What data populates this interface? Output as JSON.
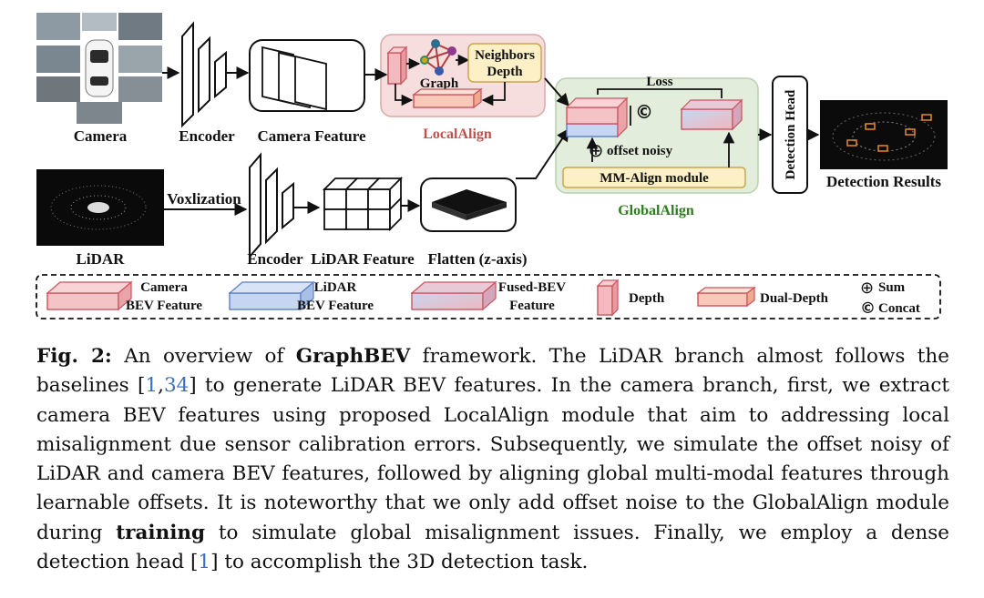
{
  "figure": {
    "labels": {
      "camera": "Camera",
      "encoder_top": "Encoder",
      "camera_feature": "Camera Feature",
      "graph": "Graph",
      "neighbors_depth_1": "Neighbors",
      "neighbors_depth_2": "Depth",
      "localalign": "LocalAlign",
      "loss": "Loss",
      "concat_symbol": "©",
      "offset_noisy": "offset noisy",
      "mm_align": "MM-Align module",
      "globalalign": "GlobalAlign",
      "detection_head": "Detection Head",
      "detection_results": "Detection Results",
      "voxlization": "Voxlization",
      "lidar": "LiDAR",
      "encoder_bottom": "Encoder",
      "lidar_feature": "LiDAR Feature",
      "flatten": "Flatten (z-axis)"
    },
    "legend": {
      "camera_bev_1": "Camera",
      "camera_bev_2": "BEV Feature",
      "lidar_bev_1": "LiDAR",
      "lidar_bev_2": "BEV Feature",
      "fused_bev_1": "Fused-BEV",
      "fused_bev_2": "Feature",
      "depth": "Depth",
      "dual_depth": "Dual-Depth",
      "sum": "Sum",
      "concat": "Concat"
    },
    "colors": {
      "camera_pink": "#f4c3c6",
      "camera_edge": "#c9545d",
      "lidar_blue": "#c6d6f0",
      "lidar_edge": "#5b7ec4",
      "localalign_bg": "#f6dede",
      "globalalign_bg": "#e3eddc",
      "mm_align_fill": "#fdf0c6",
      "localalign_text": "#c0504d",
      "globalalign_text": "#2e7d1f"
    }
  },
  "caption": {
    "label": "Fig. 2:",
    "t1": " An overview of ",
    "framework": "GraphBEV",
    "t2": " framework. The LiDAR branch almost follows the baselines ",
    "ref_open": "[",
    "ref1": "1",
    "ref_sep": ",",
    "ref2": "34",
    "ref_close": "]",
    "t3": " to generate LiDAR BEV features. In the camera branch, first, we extract camera BEV features using proposed LocalAlign module that aim to addressing local misalignment due sensor calibration errors. Subsequently, we simulate the offset noisy of LiDAR and camera BEV features, followed by aligning global multi-modal features through learnable offsets. It is noteworthy that we only add offset noise to the GlobalAlign module during ",
    "training": "training",
    "t4": " to simulate global misalignment issues. Finally, we employ a dense detection head ",
    "ref3": "1",
    "t5": " to accomplish the 3D detection task."
  }
}
